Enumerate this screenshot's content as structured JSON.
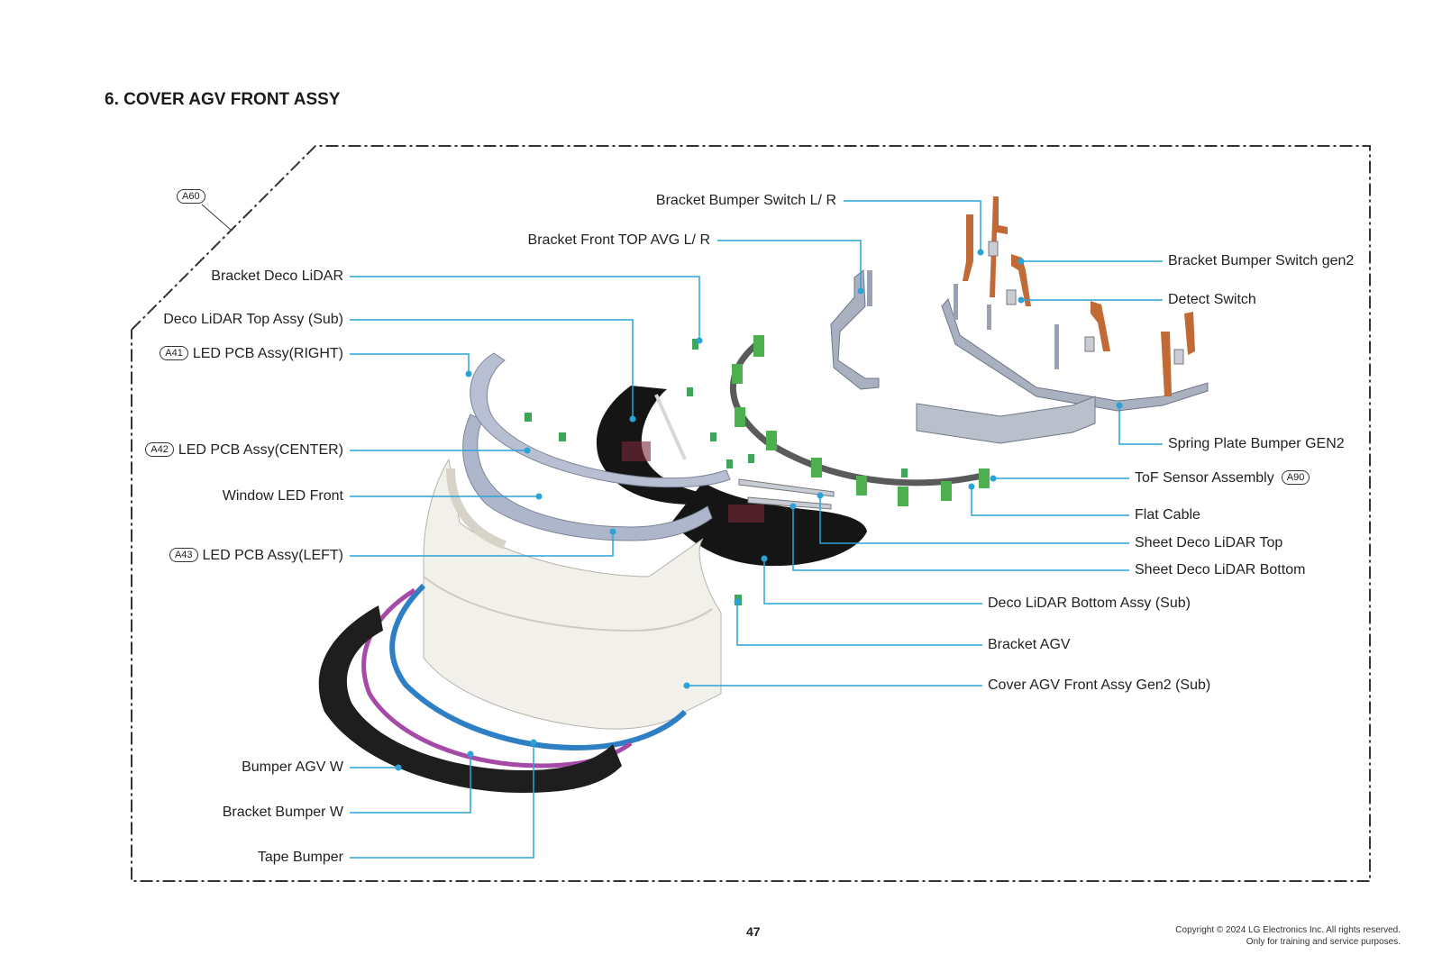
{
  "section_title": "6. COVER AGV FRONT ASSY",
  "frame_badge": "A60",
  "labels_left": {
    "bracket_deco_lidar": "Bracket Deco LiDAR",
    "deco_lidar_top_assy": "Deco LiDAR Top Assy (Sub)",
    "led_pcb_right": "LED PCB Assy(RIGHT)",
    "led_pcb_right_badge": "A41",
    "led_pcb_center": "LED PCB Assy(CENTER)",
    "led_pcb_center_badge": "A42",
    "window_led_front": "Window LED Front",
    "led_pcb_left": "LED PCB Assy(LEFT)",
    "led_pcb_left_badge": "A43",
    "bumper_agv_w": "Bumper AGV W",
    "bracket_bumper_w": "Bracket Bumper W",
    "tape_bumper": "Tape Bumper"
  },
  "labels_top": {
    "bracket_bumper_switch": "Bracket Bumper Switch L/ R",
    "bracket_front_top": "Bracket Front TOP AVG L/ R"
  },
  "labels_right": {
    "bracket_bumper_switch_gen2": "Bracket Bumper Switch gen2",
    "detect_switch": "Detect Switch",
    "spring_plate": "Spring Plate Bumper GEN2",
    "tof_sensor": "ToF Sensor Assembly",
    "tof_sensor_badge": "A90",
    "flat_cable": "Flat Cable",
    "sheet_deco_top": "Sheet Deco LiDAR Top",
    "sheet_deco_bottom": "Sheet Deco LiDAR Bottom",
    "deco_lidar_bottom": "Deco LiDAR Bottom Assy (Sub)",
    "bracket_agv": "Bracket AGV",
    "cover_agv_front": "Cover AGV Front Assy Gen2 (Sub)"
  },
  "page_number": "47",
  "copyright_line1": "Copyright © 2024 LG Electronics Inc. All rights reserved.",
  "copyright_line2": "Only for training and service purposes.",
  "colors": {
    "leader": "#2aa3d6",
    "frame": "#333333",
    "bumper_black": "#1e1e1e",
    "bracket_purple": "#a64aa8",
    "tape_blue": "#2f7fc4",
    "cover_white": "#f2f0ea",
    "metal_gray": "#a9b0bf",
    "copper": "#c26a35",
    "pcb_green": "#4caf50",
    "lidar_black": "#151515"
  }
}
